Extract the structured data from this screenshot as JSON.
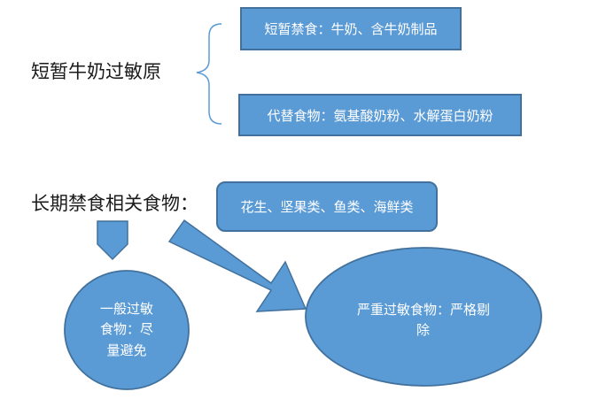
{
  "section1": {
    "heading": "短暂牛奶过敏原",
    "box_top": "短暂禁食：牛奶、含牛奶制品",
    "box_bottom": "代替食物：氨基酸奶粉、水解蛋白奶粉"
  },
  "section2": {
    "heading": "长期禁食相关食物：",
    "box_foods": "花生、坚果类、鱼类、海鲜类",
    "left_circle": {
      "line1": "一般过敏",
      "line2": "食物：尽",
      "line3": "量避免"
    },
    "right_ellipse": {
      "line1": "严重过敏食物：严格剔",
      "line2": "除"
    }
  },
  "colors": {
    "shape_fill": "#5b9bd5",
    "shape_border": "#41719c",
    "bracket": "#5b9bd5",
    "text_dark": "#1a1a1a"
  }
}
